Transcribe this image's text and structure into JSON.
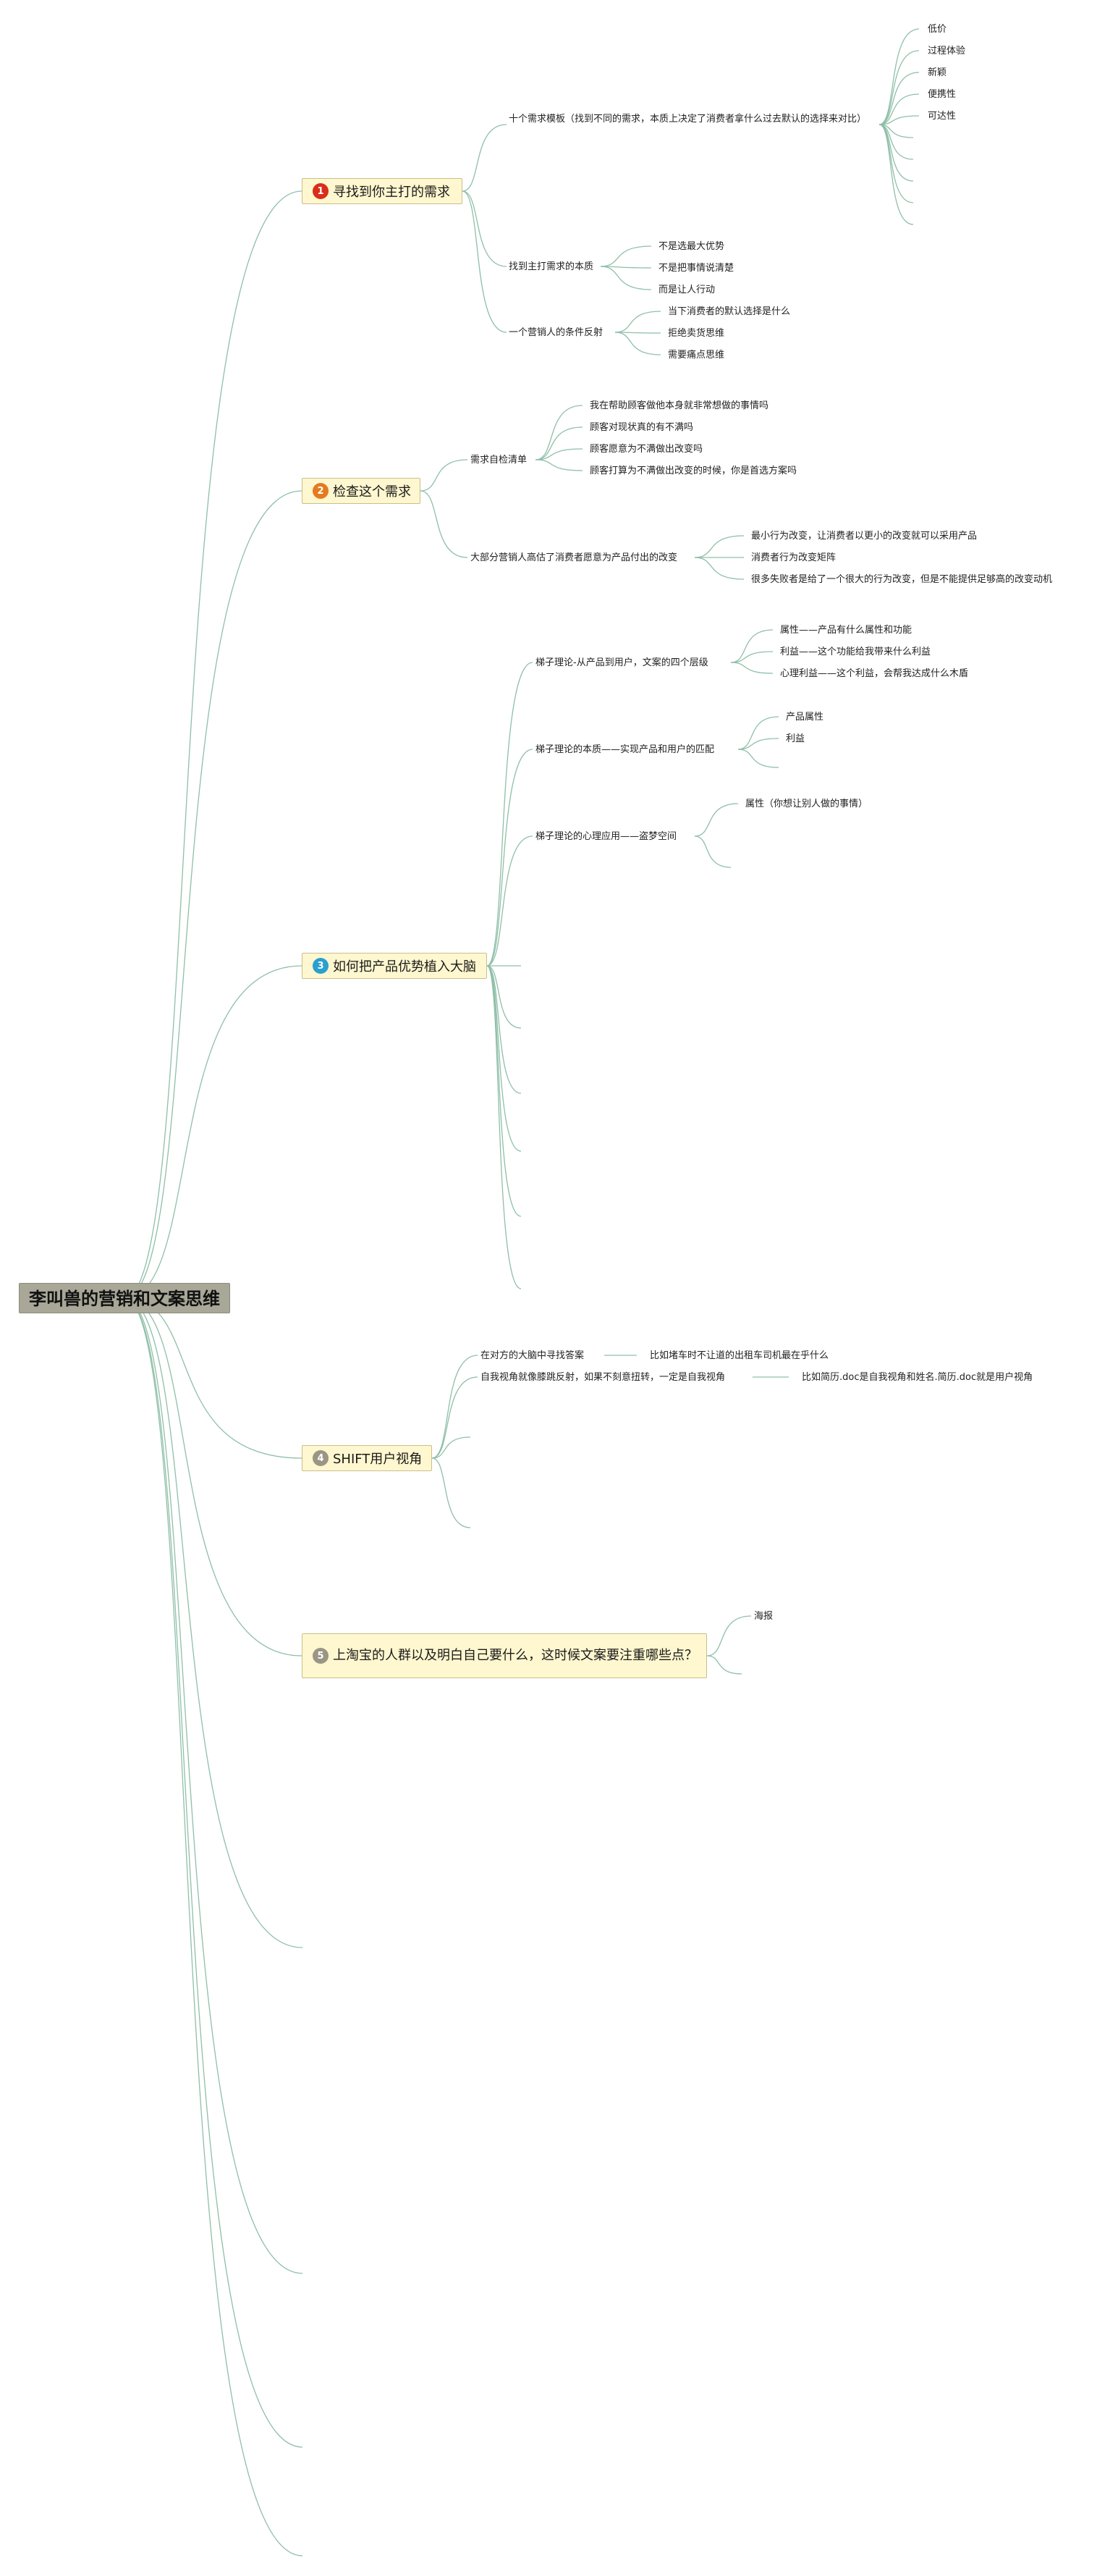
{
  "root": {
    "label": "李叫兽的营销和文案思维"
  },
  "colors": {
    "line": "#8fbfa8",
    "badge1": "#d92e1a",
    "badge2": "#e47b1f",
    "badge3": "#2a9fd0",
    "badge4": "#9a9584",
    "badge5": "#9a9584"
  },
  "topics": [
    {
      "number": "1",
      "label": "寻找到你主打的需求",
      "children": [
        {
          "label": "十个需求模板（找到不同的需求，本质上决定了消费者拿什么过去默认的选择来对比）",
          "children": [
            "低价",
            "过程体验",
            "新颖",
            "便携性",
            "可达性"
          ]
        },
        {
          "label": "找到主打需求的本质",
          "children": [
            "不是选最大优势",
            "不是把事情说清楚",
            "而是让人行动"
          ]
        },
        {
          "label": "一个营销人的条件反射",
          "children": [
            "当下消费者的默认选择是什么",
            "拒绝卖货思维",
            "需要痛点思维"
          ]
        }
      ]
    },
    {
      "number": "2",
      "label": "检查这个需求",
      "children": [
        {
          "label": "需求自检清单",
          "children": [
            "我在帮助顾客做他本身就非常想做的事情吗",
            "顾客对现状真的有不满吗",
            "顾客愿意为不满做出改变吗",
            "顾客打算为不满做出改变的时候，你是首选方案吗"
          ]
        },
        {
          "label": "大部分营销人高估了消费者愿意为产品付出的改变",
          "children": [
            "最小行为改变，让消费者以更小的改变就可以采用产品",
            "消费者行为改变矩阵",
            "很多失败者是给了一个很大的行为改变，但是不能提供足够高的改变动机"
          ]
        }
      ]
    },
    {
      "number": "3",
      "label": "如何把产品优势植入大脑",
      "children": [
        {
          "label": "梯子理论-从产品到用户，文案的四个层级",
          "children": [
            "属性——产品有什么属性和功能",
            "利益——这个功能给我带来什么利益",
            "心理利益——这个利益，会帮我达成什么木盾"
          ]
        },
        {
          "label": "梯子理论的本质——实现产品和用户的匹配",
          "children": [
            "产品属性",
            "利益"
          ]
        },
        {
          "label": "梯子理论的心理应用——盗梦空间",
          "children": [
            "属性（你想让别人做的事情）"
          ]
        }
      ]
    },
    {
      "number": "4",
      "label": "SHIFT用户视角",
      "children": [
        {
          "label": "在对方的大脑中寻找答案",
          "children": [
            "比如堵车时不让道的出租车司机最在乎什么"
          ]
        },
        {
          "label": "自我视角就像膝跳反射，如果不刻意扭转，一定是自我视角",
          "children": [
            "比如简历.doc是自我视角和姓名.简历.doc就是用户视角"
          ]
        }
      ]
    },
    {
      "number": "5",
      "label": "上淘宝的人群以及明白自己要什么，这时候文案要注重哪些点？",
      "children": [
        {
          "label": "海报",
          "children": []
        }
      ]
    }
  ]
}
